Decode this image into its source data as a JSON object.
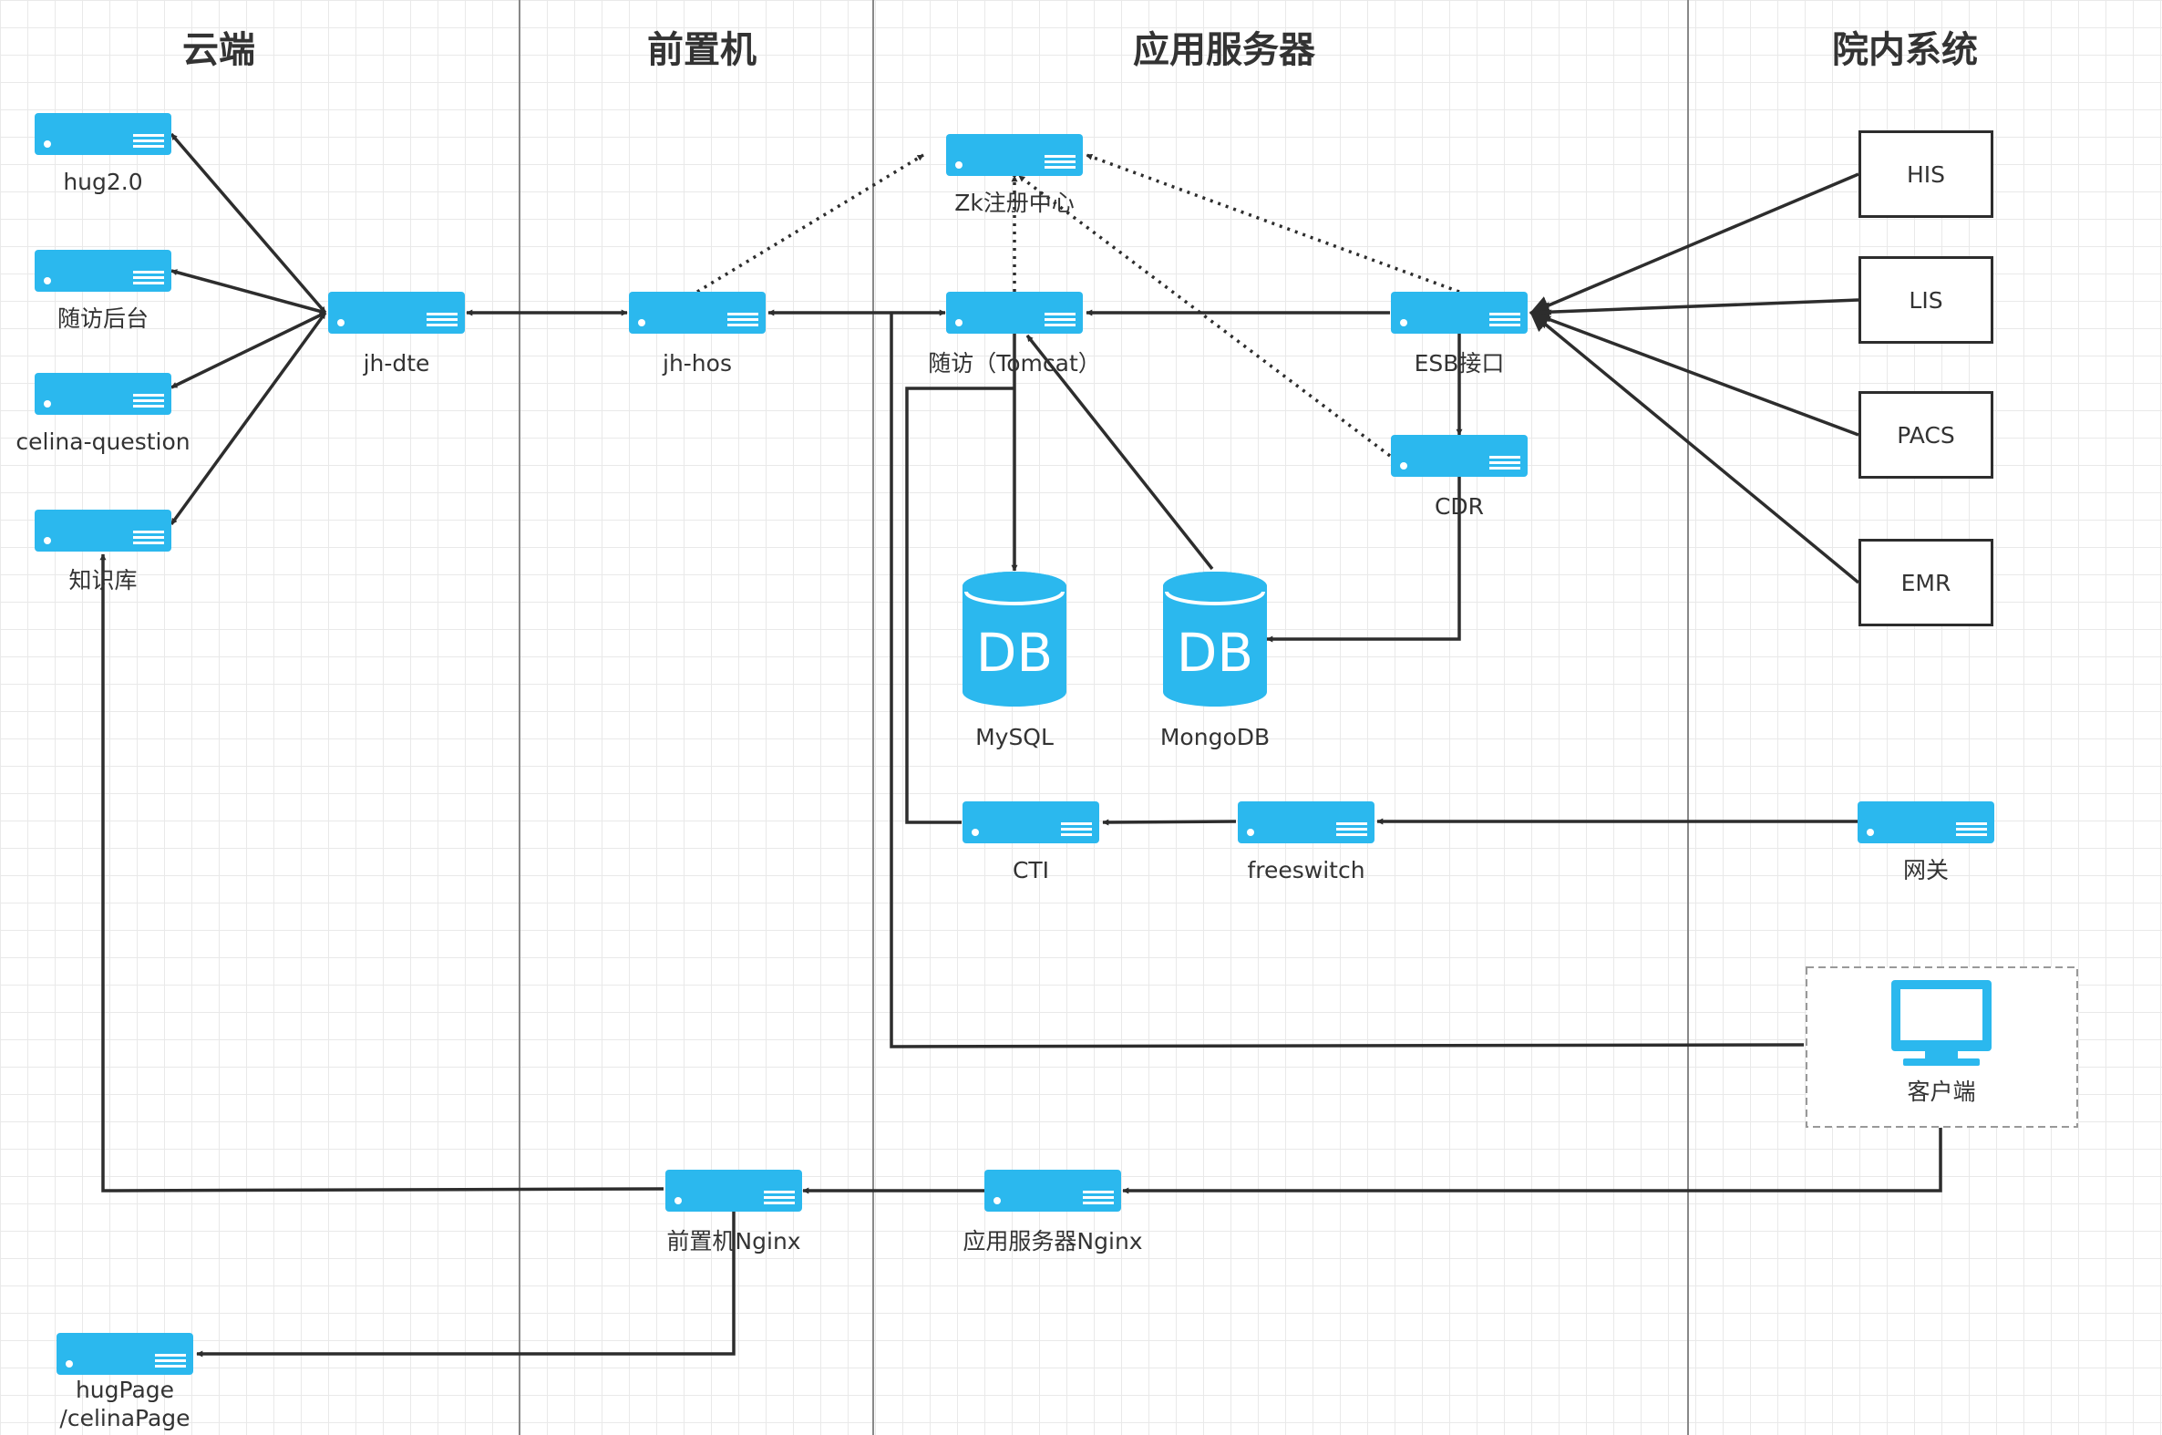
{
  "headers": {
    "cloud": "云端",
    "frontend": "前置机",
    "appserver": "应用服务器",
    "hospital": "院内系统"
  },
  "servers": {
    "hug": "hug2.0",
    "followup_backend": "随访后台",
    "celina_question": "celina-question",
    "knowledge": "知识库",
    "jh_dte": "jh-dte",
    "jh_hos": "jh-hos",
    "zk": "Zk注册中心",
    "followup_tomcat": "随访（Tomcat）",
    "esb": "ESB接口",
    "cdr": "CDR",
    "cti": "CTI",
    "freeswitch": "freeswitch",
    "gateway": "网关",
    "front_nginx": "前置机Nginx",
    "app_nginx": "应用服务器Nginx",
    "hugpage_line1": "hugPage",
    "hugpage_line2": "/celinaPage"
  },
  "databases": {
    "mysql_icon": "DB",
    "mysql": "MySQL",
    "mongo_icon": "DB",
    "mongo": "MongoDB"
  },
  "systems": {
    "his": "HIS",
    "lis": "LIS",
    "pacs": "PACS",
    "emr": "EMR"
  },
  "client": {
    "label": "客户端"
  },
  "colors": {
    "server": "#2bb8ee",
    "line": "#2d2d2d",
    "lane_border": "#888888"
  }
}
